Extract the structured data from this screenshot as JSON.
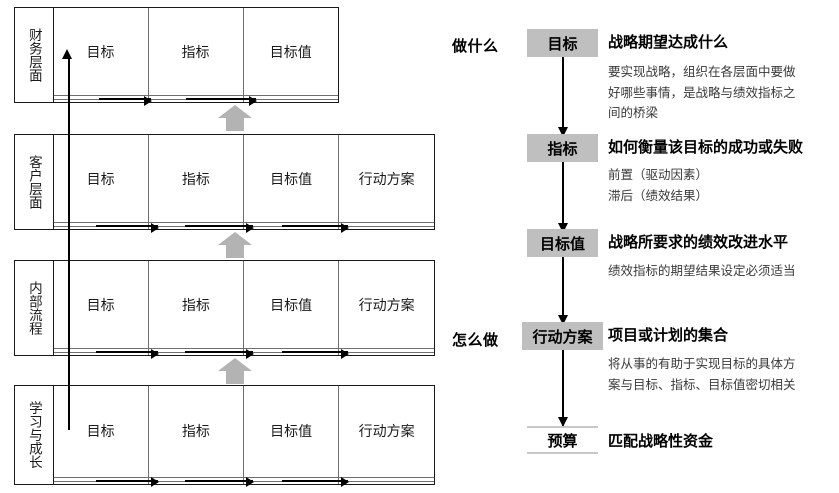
{
  "diagram": {
    "left_panel": {
      "tables": [
        {
          "layer_label": "财务层面",
          "columns": [
            "目标",
            "指标",
            "目标值"
          ],
          "arrow_count": 2
        },
        {
          "layer_label": "客户层面",
          "columns": [
            "目标",
            "指标",
            "目标值",
            "行动方案"
          ],
          "arrow_count": 3
        },
        {
          "layer_label": "内部流程",
          "columns": [
            "目标",
            "指标",
            "目标值",
            "行动方案"
          ],
          "arrow_count": 3
        },
        {
          "layer_label": "学习与成长",
          "columns": [
            "目标",
            "指标",
            "目标值",
            "行动方案"
          ],
          "arrow_count": 3
        }
      ],
      "chevron_count": 3,
      "colors": {
        "chevron": "#b3b3b3",
        "table_border": "#1a1a1a",
        "cell_border": "#6f6f6f",
        "arrow": "#000000"
      }
    },
    "right_panel": {
      "side_labels": [
        {
          "text": "做什么"
        },
        {
          "text": "怎么做"
        }
      ],
      "steps": [
        {
          "box": "目标",
          "title": "战略期望达成什么",
          "desc_lines": [
            "要实现战略，组织在各层面中要做",
            "好哪些事情，是战略与绩效指标之",
            "间的桥梁"
          ]
        },
        {
          "box": "指标",
          "title": "如何衡量该目标的成功或失败",
          "desc_lines": [
            "前置（驱动因素）",
            "滞后（绩效结果）"
          ]
        },
        {
          "box": "目标值",
          "title": "战略所要求的绩效改进水平",
          "desc_lines": [
            "绩效指标的期望结果设定必须适当"
          ]
        },
        {
          "box": "行动方案",
          "title": "项目或计划的集合",
          "desc_lines": [
            "将从事的有助于实现目标的具体方",
            "案与目标、指标、目标值密切相关"
          ]
        },
        {
          "box": "预算",
          "title": "匹配战略性资金",
          "desc_lines": []
        }
      ],
      "colors": {
        "box_fill": "#bfbfbf",
        "budget_fill": "#ffffff",
        "budget_border": "#c8c8c8",
        "connector": "#000000"
      }
    }
  }
}
